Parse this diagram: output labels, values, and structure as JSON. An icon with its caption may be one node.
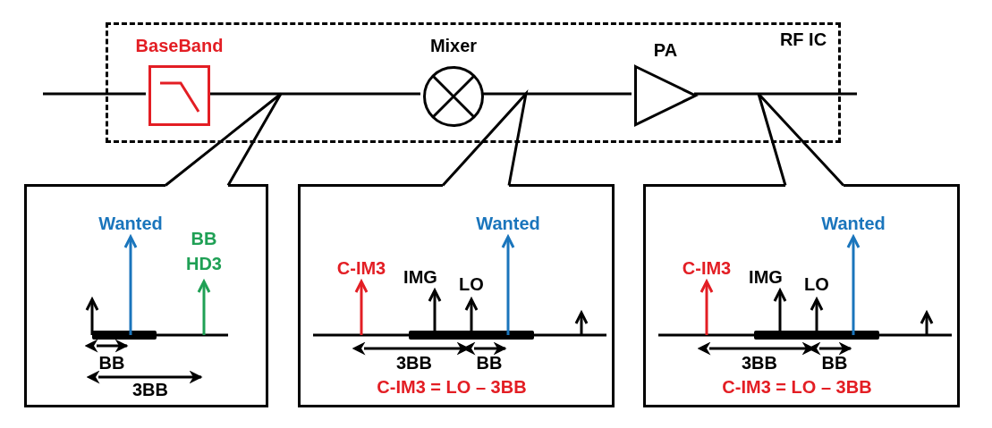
{
  "diagram": {
    "nodes": [
      {
        "text": [
          "RF IC"
        ]
      },
      {
        "text": [
          "BaseBand"
        ],
        "in": 0
      },
      {
        "text": [
          "Mixer"
        ],
        "in": 0
      },
      {
        "text": [
          "PA"
        ],
        "in": 0
      },
      {
        "text": [
          "Wanted",
          "BB HD3",
          "BB",
          "3BB"
        ]
      },
      {
        "text": [
          "C-IM3",
          "IMG",
          "LO",
          "Wanted",
          "3BB",
          "BB",
          "C-IM3 = LO – 3BB"
        ]
      },
      {
        "text": [
          "C-IM3",
          "IMG",
          "LO",
          "Wanted",
          "3BB",
          "BB",
          "C-IM3 = LO – 3BB"
        ]
      }
    ],
    "edges": [
      {
        "from": null,
        "to": 1,
        "arrow": "none"
      },
      {
        "from": 1,
        "to": 2,
        "arrow": "none"
      },
      {
        "from": 2,
        "to": 3,
        "arrow": "none"
      },
      {
        "from": 3,
        "to": null,
        "arrow": "none"
      },
      {
        "from": 4,
        "to": null,
        "arrow": "none"
      },
      {
        "from": 5,
        "to": null,
        "arrow": "none"
      },
      {
        "from": 6,
        "to": null,
        "arrow": "none"
      }
    ]
  }
}
